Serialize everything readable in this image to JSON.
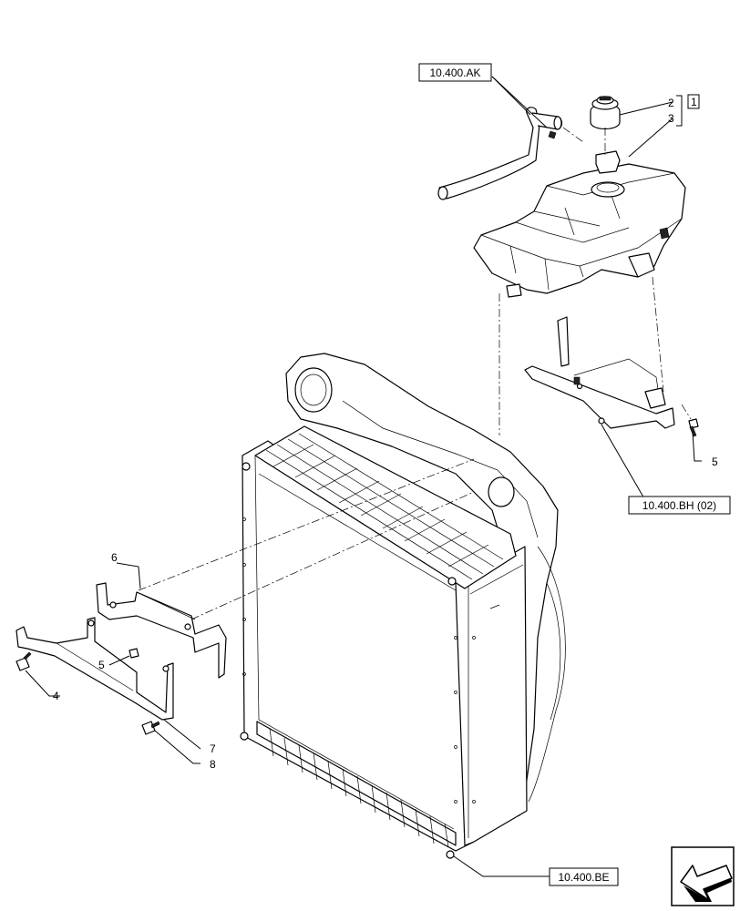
{
  "references": {
    "hose_ref": "10.400.AK",
    "bracket_ref": "10.400.BH (02)",
    "radiator_ref": "10.400.BE"
  },
  "callouts": {
    "c2": "2",
    "c3": "3",
    "c1_boxed": "1",
    "c5_right": "5",
    "c6": "6",
    "c5_left": "5",
    "c4": "4",
    "c7": "7",
    "c8": "8"
  },
  "icons": {
    "nav": "navigation-arrow-icon"
  }
}
